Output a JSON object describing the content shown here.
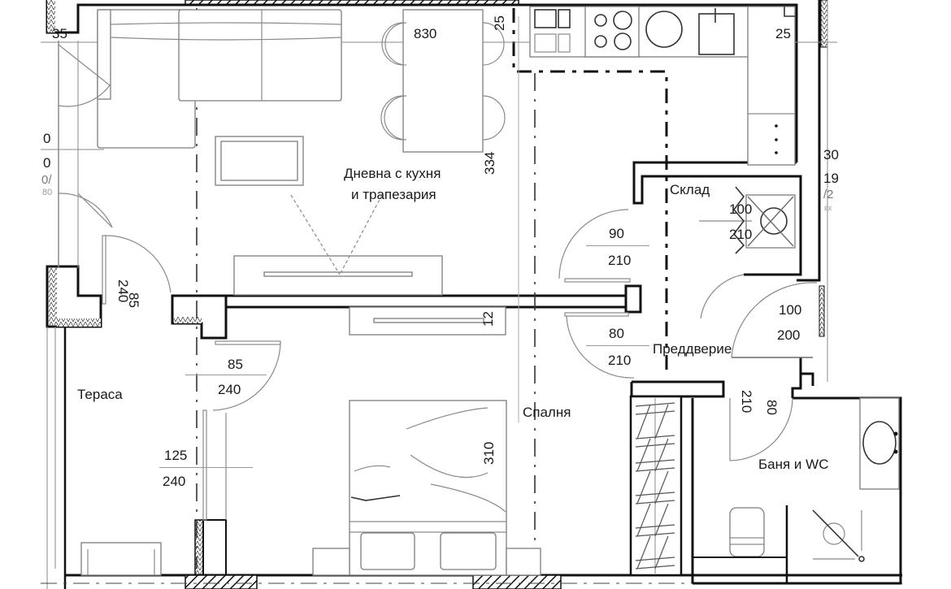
{
  "plan": {
    "type": "apartment floor plan",
    "units": "cm"
  },
  "rooms": {
    "living": {
      "line1": "Дневна с кухня",
      "line2": "и трапезария"
    },
    "storage": {
      "name": "Склад"
    },
    "hallway": {
      "name": "Преддверие"
    },
    "terrace": {
      "name": "Тераса"
    },
    "bedroom": {
      "name": "Спалня"
    },
    "bathroom": {
      "name": "Баня и WC"
    }
  },
  "dimensions": {
    "top_left_corner": "35",
    "living_width": "830",
    "living_top_offset": "25",
    "kitchen_right_offset": "25",
    "living_depth": "334",
    "partition_thickness": "12",
    "bedroom_depth": "310",
    "edge_left_a": "0",
    "edge_left_b": "0",
    "edge_left_c": "0/",
    "edge_left_d": "80",
    "edge_right_a": "30",
    "edge_right_b": "19",
    "edge_right_c": "/2",
    "edge_right_d": "вх"
  },
  "openings": {
    "terrace_door_upper": {
      "width": "85",
      "height": "240"
    },
    "terrace_door_lower": {
      "width": "85",
      "height": "240"
    },
    "terrace_window": {
      "width": "125",
      "height": "240"
    },
    "living_door": {
      "width": "90",
      "height": "210"
    },
    "bedroom_door": {
      "width": "80",
      "height": "210"
    },
    "storage_door": {
      "width": "100",
      "height": "210"
    },
    "entrance_door": {
      "width": "100",
      "height": "200"
    },
    "bathroom_door": {
      "width": "80",
      "height": "210"
    }
  },
  "colors": {
    "wall": "#111111",
    "furniture": "#7c7c7c",
    "background": "#ffffff"
  }
}
